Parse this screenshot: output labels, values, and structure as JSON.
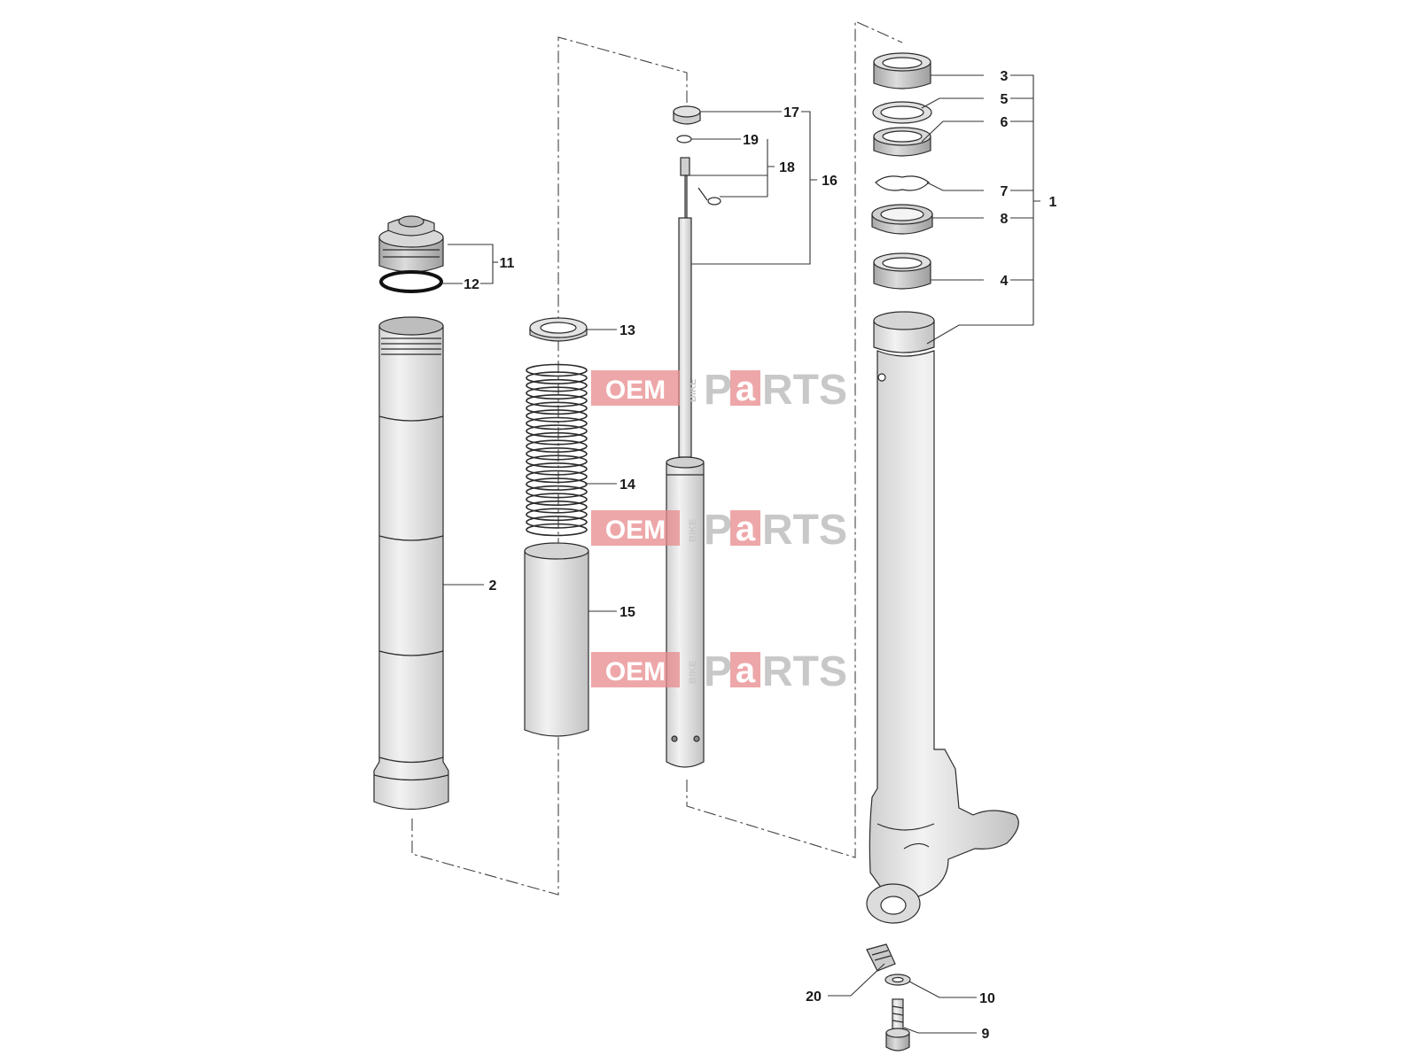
{
  "colors": {
    "background": "#ffffff",
    "part_fill": "#e6e6e6",
    "part_dark": "#b8b8b8",
    "line": "#2b2b2b",
    "watermark_red": "#e88a8c",
    "watermark_gray": "#c8c8c8"
  },
  "watermark": {
    "word1": "OEM",
    "word2": "BIKE",
    "word3_a": "P",
    "word3_b": "a",
    "word3_c": "RTS"
  },
  "callouts": {
    "n1": "1",
    "n2": "2",
    "n3": "3",
    "n4": "4",
    "n5": "5",
    "n6": "6",
    "n7": "7",
    "n8": "8",
    "n9": "9",
    "n10": "10",
    "n11": "11",
    "n12": "12",
    "n13": "13",
    "n14": "14",
    "n15": "15",
    "n16": "16",
    "n17": "17",
    "n18": "18",
    "n19": "19",
    "n20": "20"
  }
}
